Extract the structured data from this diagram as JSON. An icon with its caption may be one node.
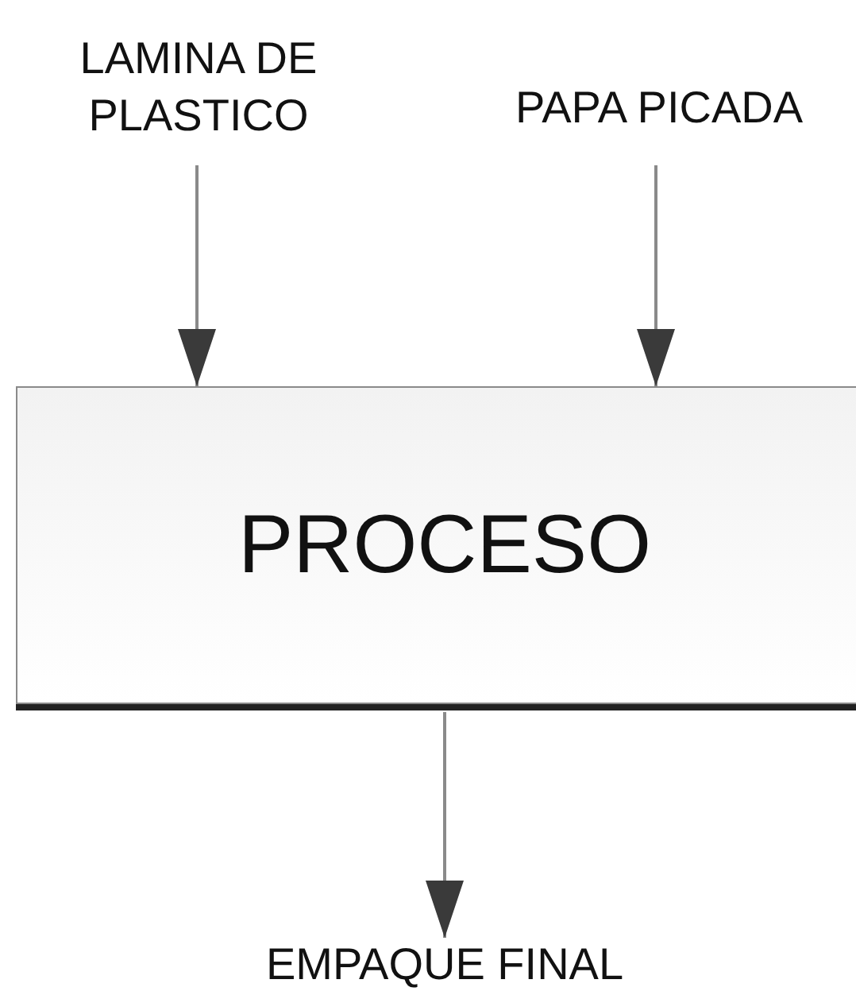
{
  "diagram": {
    "nodes": [
      {
        "text": [
          "LAMINA DE PLASTICO"
        ]
      },
      {
        "text": [
          "PAPA PICADA"
        ]
      },
      {
        "text": [
          "PROCESO"
        ]
      },
      {
        "text": [
          "EMPAQUE FINAL"
        ]
      }
    ],
    "edges": [
      {
        "from": 0,
        "to": 2,
        "arrow": "to"
      },
      {
        "from": 1,
        "to": 2,
        "arrow": "to"
      },
      {
        "from": 2,
        "to": 3,
        "arrow": "to"
      }
    ]
  }
}
